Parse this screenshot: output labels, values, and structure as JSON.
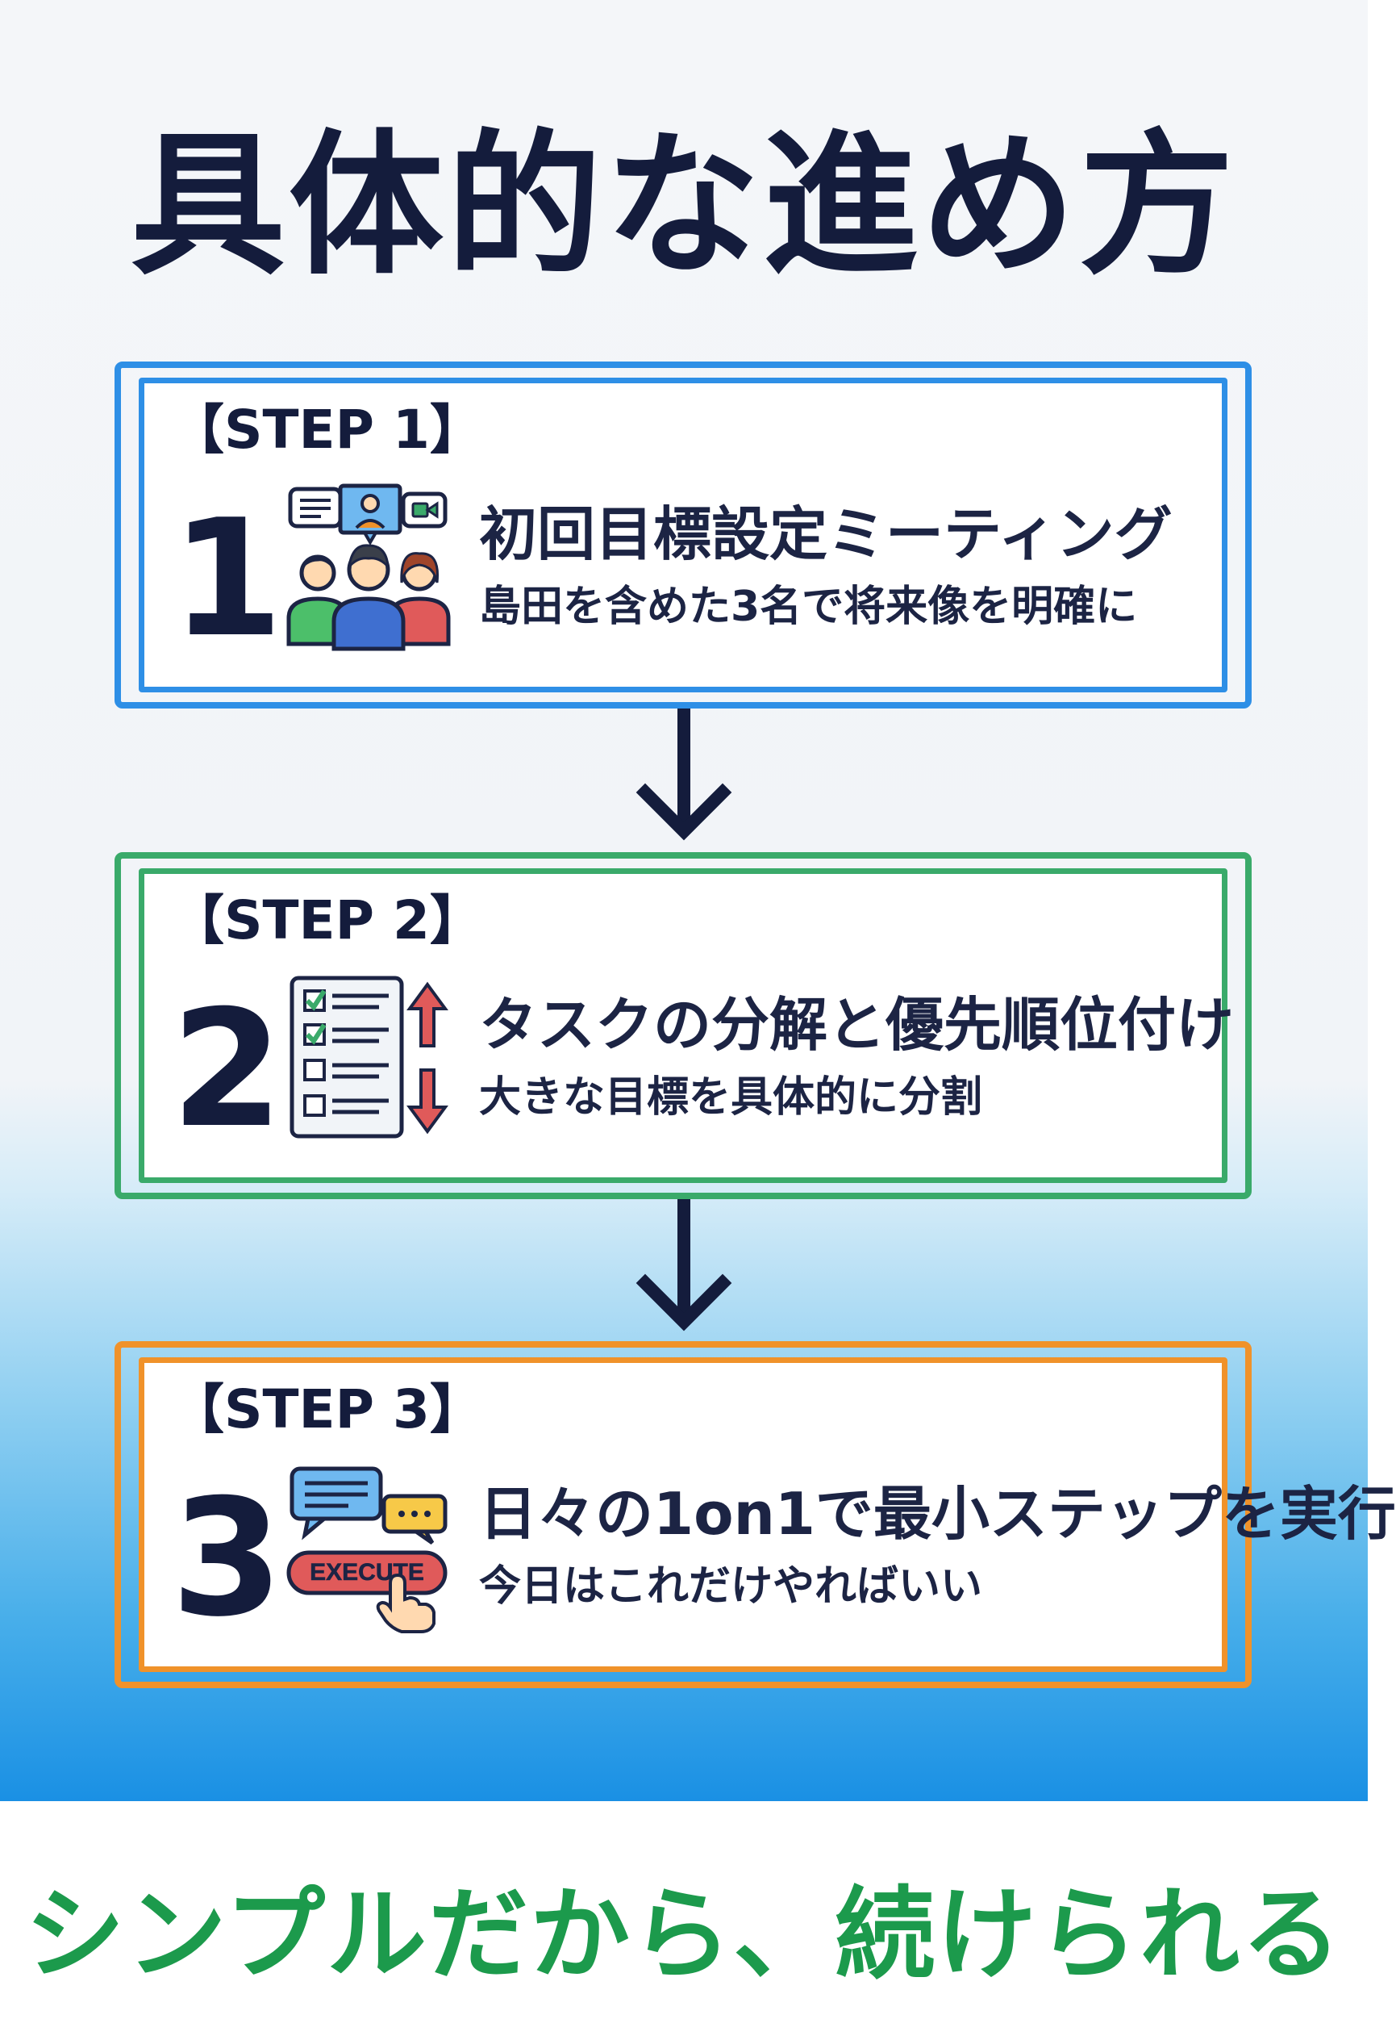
{
  "title": "具体的な進め方",
  "colors": {
    "step1": "#2e8fe6",
    "step2": "#3aaa6a",
    "step3": "#f0922a",
    "footer": "#1c9a4c",
    "text": "#141c3c"
  },
  "steps": [
    {
      "label": "【STEP 1】",
      "number": "1",
      "icon": "video-meeting-icon",
      "title": "初回目標設定ミーティング",
      "desc": "島田を含めた3名で将来像を明確に"
    },
    {
      "label": "【STEP 2】",
      "number": "2",
      "icon": "task-checklist-icon",
      "title": "タスクの分解と優先順位付け",
      "desc": "大きな目標を具体的に分割"
    },
    {
      "label": "【STEP 3】",
      "number": "3",
      "icon": "execute-chat-icon",
      "title": "日々の1on1で最小ステップを実行",
      "desc": "今日はこれだけやればいい",
      "icon_text": "EXECUTE"
    }
  ],
  "footer": "シンプルだから、続けられる"
}
